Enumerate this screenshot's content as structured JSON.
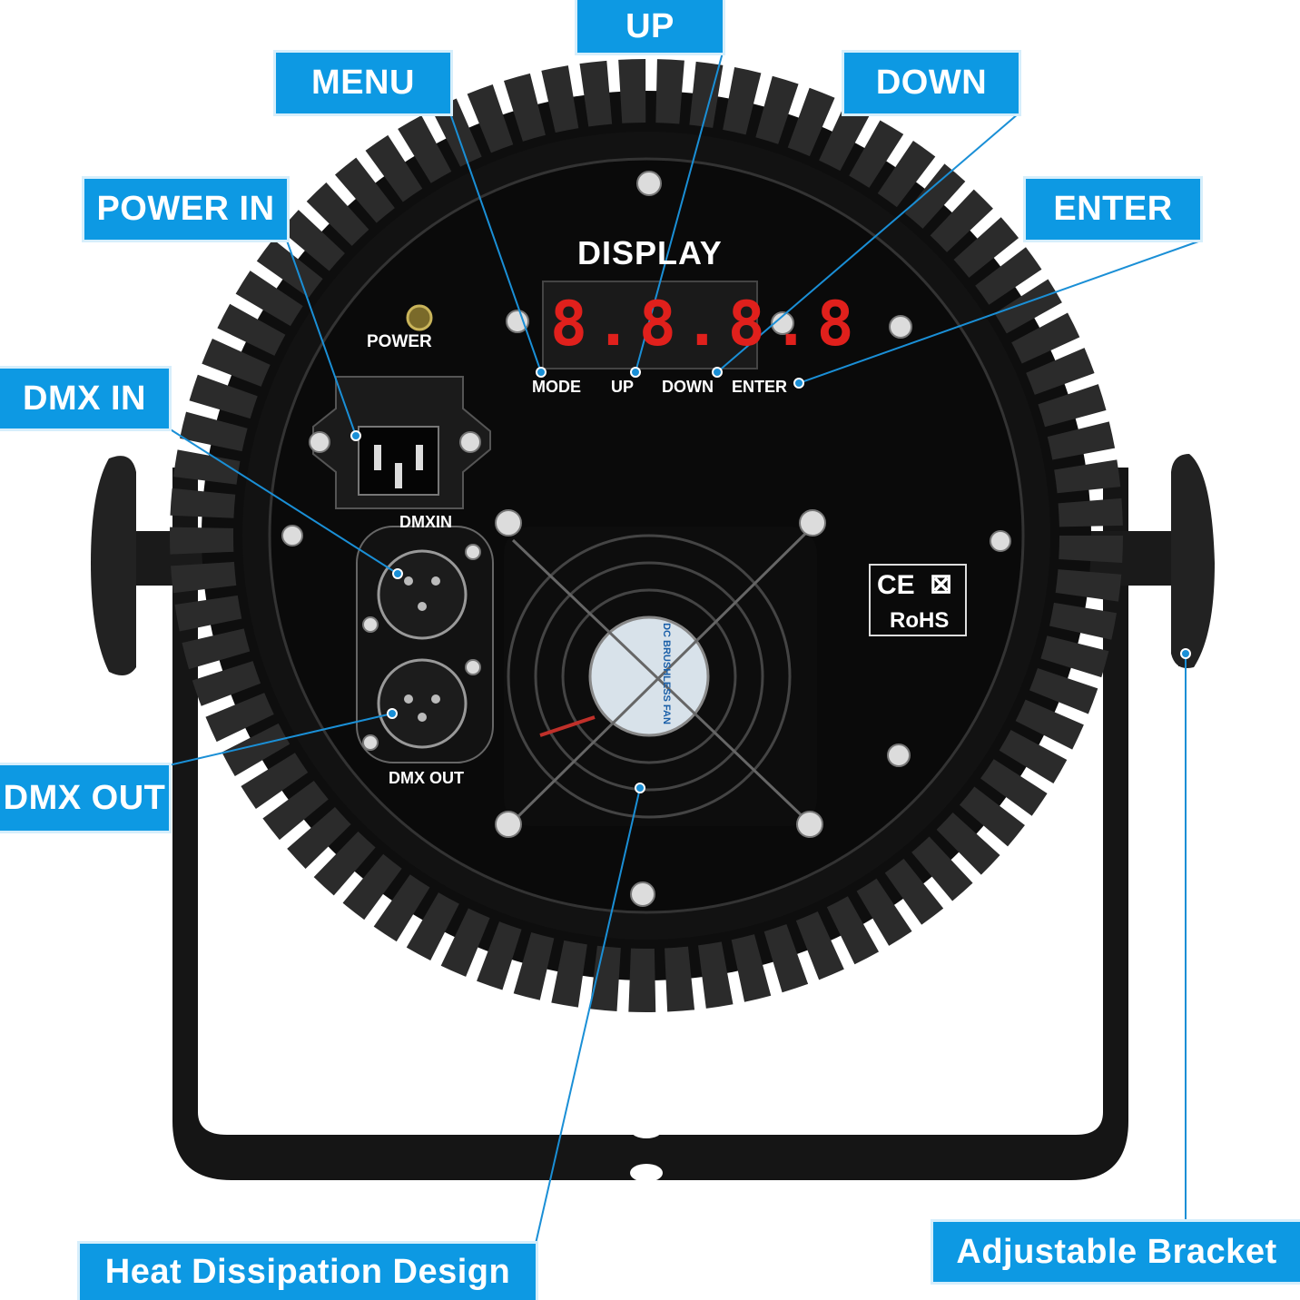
{
  "callouts": {
    "up": "UP",
    "menu": "MENU",
    "down": "DOWN",
    "enter": "ENTER",
    "power_in": "POWER IN",
    "dmx_in": "DMX IN",
    "dmx_out": "DMX OUT",
    "heat": "Heat Dissipation Design",
    "bracket": "Adjustable Bracket"
  },
  "panel": {
    "display": "DISPLAY",
    "power": "POWER",
    "mode": "MODE",
    "up": "UP",
    "down": "DOWN",
    "enter": "ENTER",
    "dmxin": "DMXIN",
    "dmxout": "DMX OUT",
    "ce": "CE",
    "rohs": "RoHS",
    "fan_label": "DC BRUSHLESS FAN"
  },
  "colors": {
    "callout_bg": "#0d99e3",
    "leader": "#1a8fd6",
    "body": "#111111",
    "led": "#e0201c"
  }
}
